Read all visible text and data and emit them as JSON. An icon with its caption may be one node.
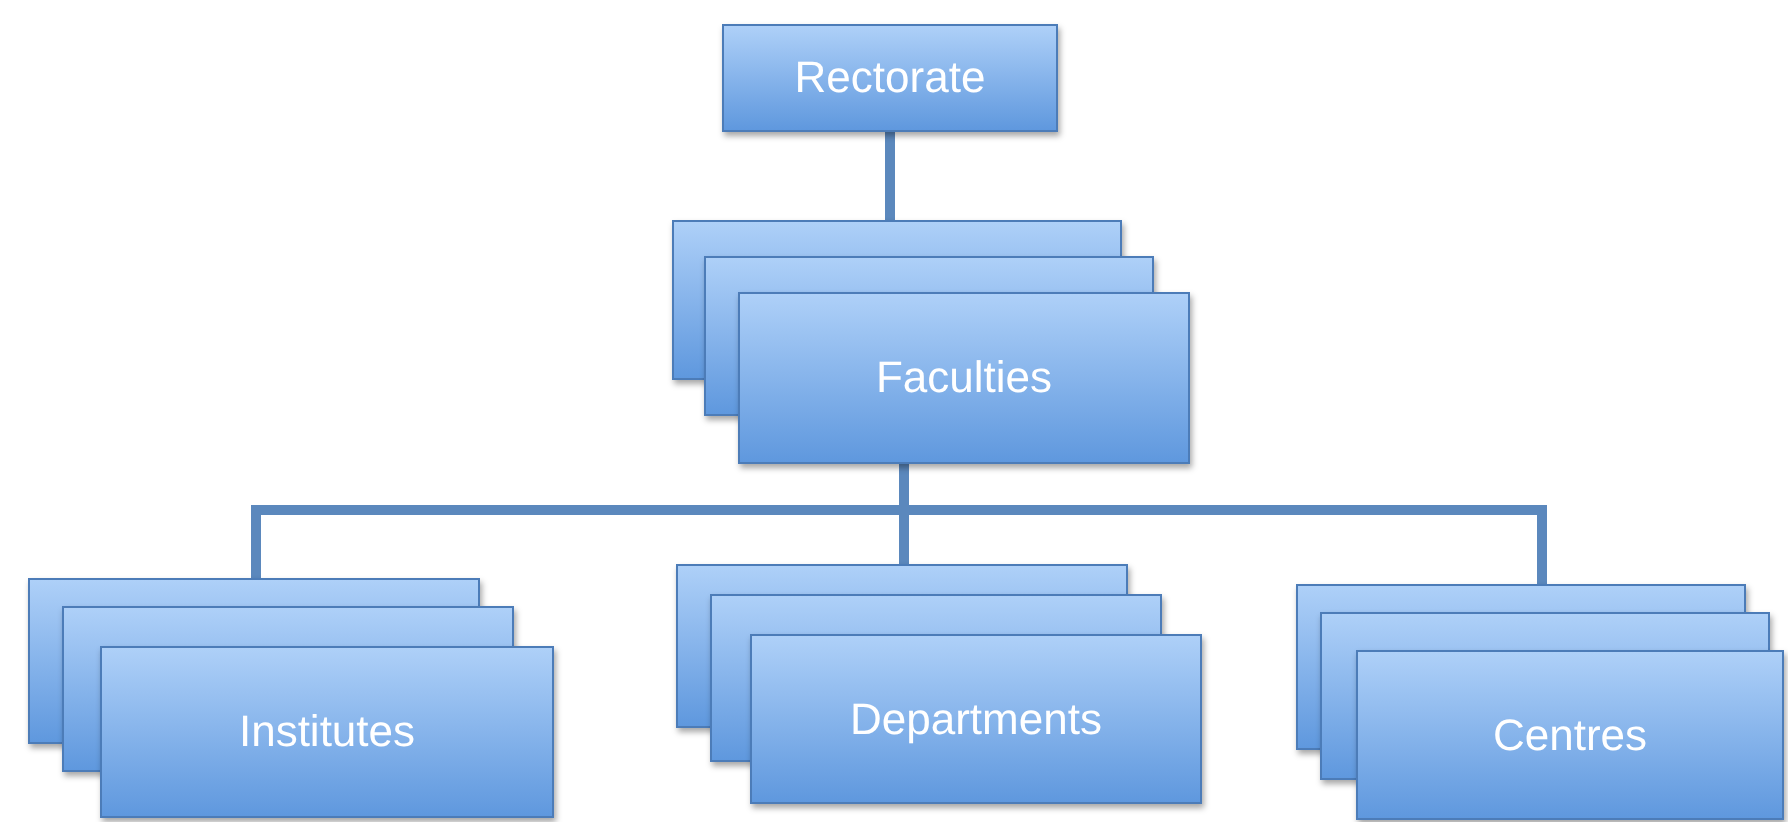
{
  "diagram": {
    "nodes": [
      {
        "text": [
          "Rectorate"
        ]
      },
      {
        "text": [
          "Faculties"
        ]
      },
      {
        "text": [
          "Institutes"
        ]
      },
      {
        "text": [
          "Departments"
        ]
      },
      {
        "text": [
          "Centres"
        ]
      }
    ],
    "edges": [
      {
        "from": 0,
        "to": 1,
        "arrow": "none"
      },
      {
        "from": 1,
        "to": 2,
        "arrow": "none"
      },
      {
        "from": 1,
        "to": 3,
        "arrow": "none"
      },
      {
        "from": 1,
        "to": 4,
        "arrow": "none"
      }
    ]
  }
}
